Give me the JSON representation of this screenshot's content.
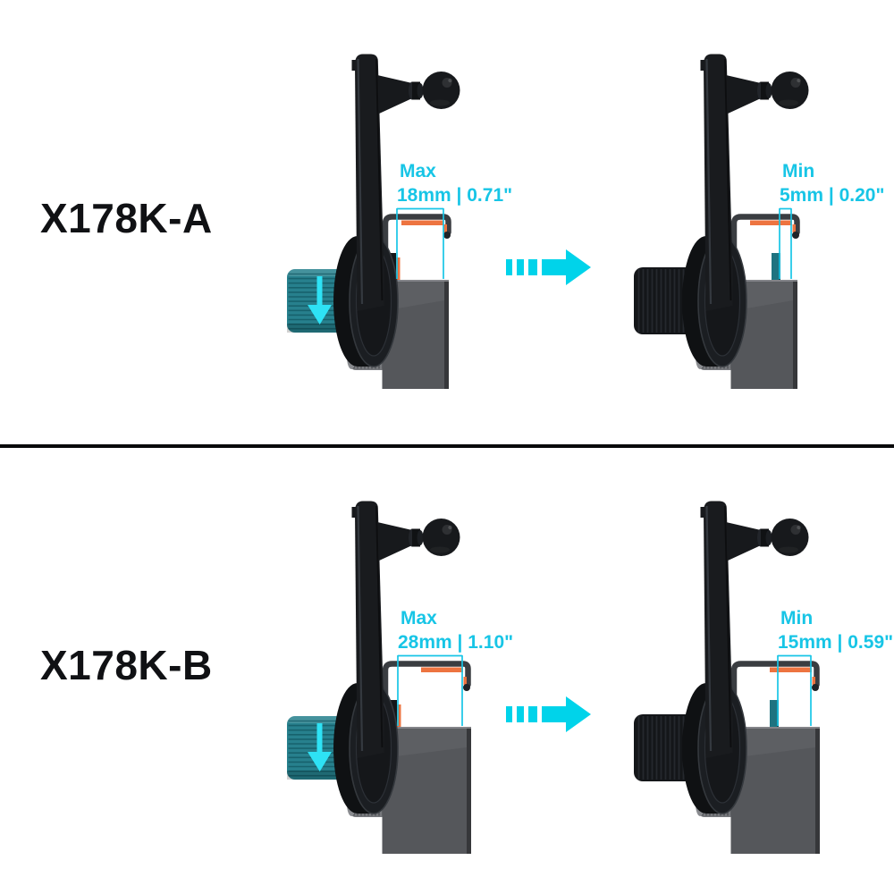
{
  "background": "#ffffff",
  "colors": {
    "accent_cyan": "#17C5E6",
    "arrow_cyan": "#00D3EA",
    "knob_teal": "#27808D",
    "knob_arrow_cyan": "#2EE2F5",
    "pad_orange": "#ED7440",
    "fin_gray": "#55575B",
    "body_black": "#17191C",
    "tab_teal": "#1E7380"
  },
  "rows": [
    {
      "model": "X178K-A",
      "panels": [
        {
          "label": "Max",
          "value": "18mm | 0.71\""
        },
        {
          "label": "Min",
          "value": "5mm | 0.20\""
        }
      ]
    },
    {
      "model": "X178K-B",
      "panels": [
        {
          "label": "Max",
          "value": "28mm | 1.10\""
        },
        {
          "label": "Min",
          "value": "15mm | 0.59\""
        }
      ]
    }
  ]
}
